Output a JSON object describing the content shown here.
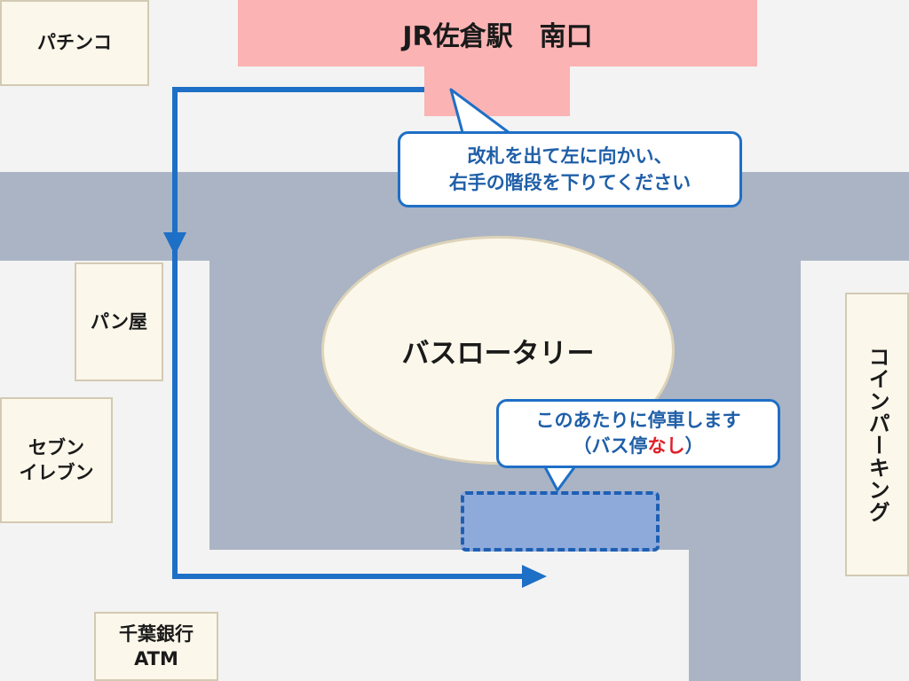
{
  "station": {
    "name": "JR佐倉駅　南口"
  },
  "buildings": {
    "pachinko": "パチンコ",
    "bakery": "パン屋",
    "seven_eleven_line1": "セブン",
    "seven_eleven_line2": "イレブン",
    "chiba_bank_line1": "千葉銀行",
    "chiba_bank_line2": "ATM",
    "coin_parking": "コインパーキング"
  },
  "rotary": {
    "label": "バスロータリー"
  },
  "callouts": {
    "directions_line1": "改札を出て左に向かい、",
    "directions_line2": "右手の階段を下りてください",
    "stop_line1": "このあたりに停車します",
    "stop_line2_prefix": "（バス停",
    "stop_line2_emphasis": "なし",
    "stop_line2_suffix": "）"
  },
  "colors": {
    "road": "#aab4c4",
    "building": "#fbf7ea",
    "station": "#fbb3b3",
    "route": "#1e6fc6",
    "stop_zone": "#8eaadb",
    "emphasis": "#e0202a"
  }
}
